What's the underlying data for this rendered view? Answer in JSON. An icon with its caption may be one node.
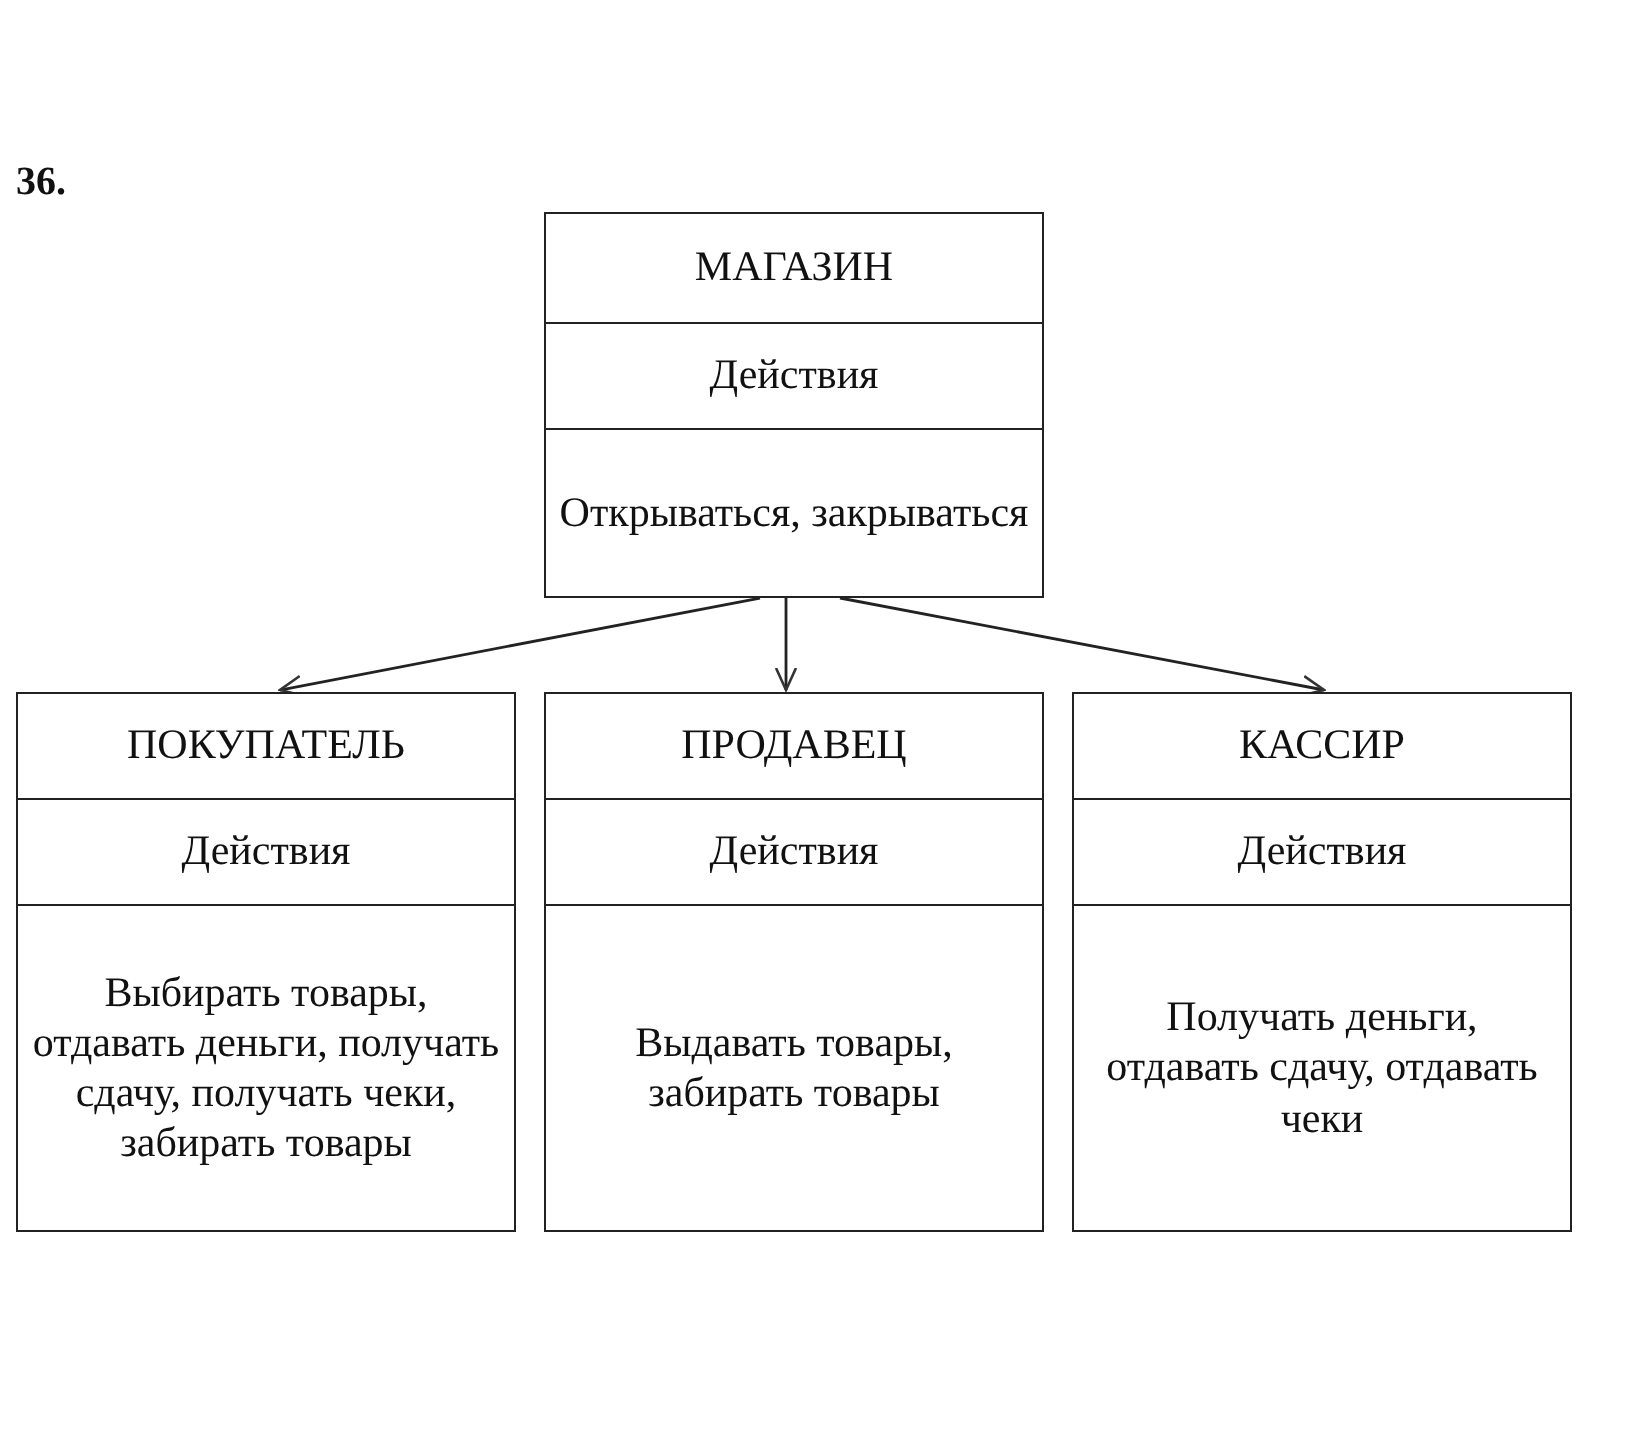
{
  "diagram": {
    "nodes": [
      {
        "text": [
          "МАГАЗИН",
          "Действия",
          "Открываться, закрываться"
        ]
      },
      {
        "text": [
          "ПОКУПАТЕЛЬ",
          "Действия",
          "Выбирать товары, отдавать деньги, получать сдачу, получать чеки, забирать товары"
        ]
      },
      {
        "text": [
          "ПРОДАВЕЦ",
          "Действия",
          "Выдавать товары, забирать товары"
        ]
      },
      {
        "text": [
          "КАССИР",
          "Действия",
          "Получать деньги, отдавать сдачу, отдавать чеки"
        ]
      }
    ],
    "edges": [
      {
        "from": 0,
        "to": 1,
        "arrow": "to"
      },
      {
        "from": 0,
        "to": 2,
        "arrow": "to"
      },
      {
        "from": 0,
        "to": 3,
        "arrow": "to"
      }
    ],
    "labels": [
      "36."
    ]
  }
}
